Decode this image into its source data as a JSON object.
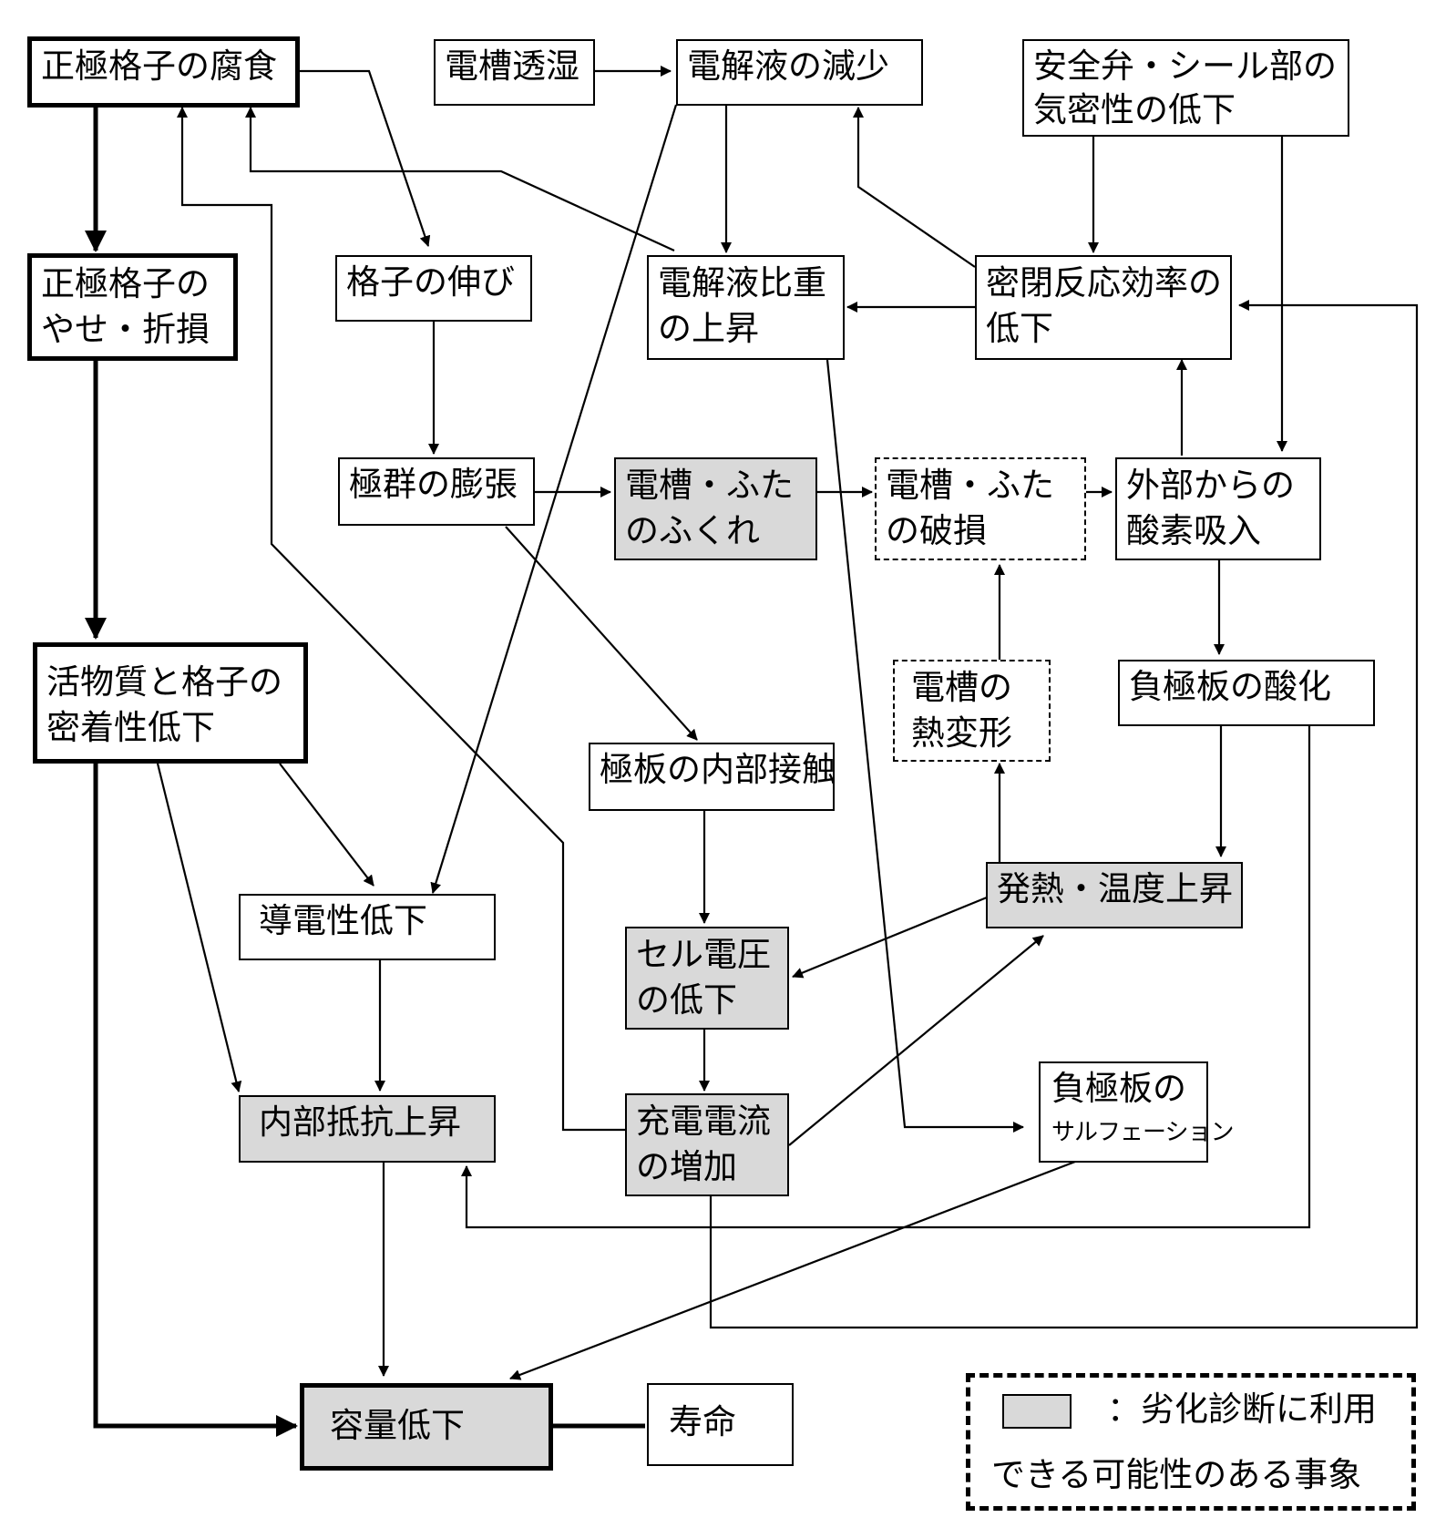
{
  "nodes": {
    "n1": "正極格子の腐食",
    "n2": "電槽透湿",
    "n3": "電解液の減少",
    "n4": [
      "安全弁・シール部の",
      "気密性の低下"
    ],
    "n5": [
      "正極格子の",
      "やせ・折損"
    ],
    "n6": "格子の伸び",
    "n7": [
      "電解液比重",
      "の上昇"
    ],
    "n8": [
      "密閉反応効率の",
      "低下"
    ],
    "n9": "極群の膨張",
    "n10": [
      "電槽・ふた",
      "のふくれ"
    ],
    "n11": [
      "電槽・ふた",
      "の破損"
    ],
    "n12": [
      "外部からの",
      "酸素吸入"
    ],
    "n13": [
      "活物質と格子の",
      "密着性低下"
    ],
    "n14": [
      "電槽の",
      "熱変形"
    ],
    "n15": "負極板の酸化",
    "n16": "極板の内部接触",
    "n17": "発熱・温度上昇",
    "n18": "導電性低下",
    "n19": [
      "セル電圧",
      "の低下"
    ],
    "n20": "内部抵抗上昇",
    "n21": [
      "充電電流",
      "の増加"
    ],
    "n22": [
      "負極板の",
      "サルフェーション"
    ],
    "n23": "容量低下",
    "n24": "寿命"
  },
  "legend": {
    "line1": "：劣化診断に利用",
    "line2": "できる可能性のある事象"
  }
}
